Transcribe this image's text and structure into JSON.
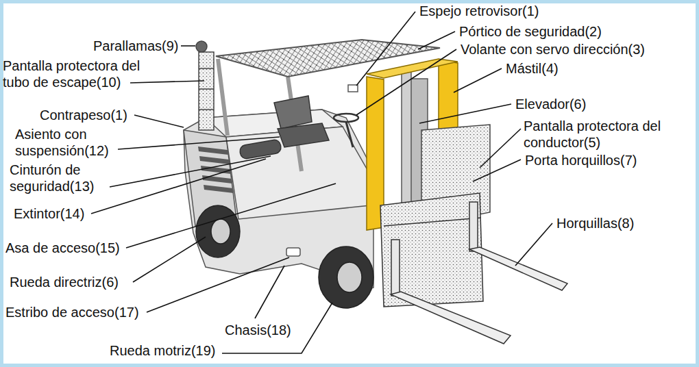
{
  "diagram": {
    "labels": [
      "Espejo retrovisor(1)",
      "Pórtico de seguridad(2)",
      "Volante con servo dirección(3)",
      "Mástil(4)",
      "Elevador(6)",
      "Pantalla protectora del conductor(5)",
      "Porta horquillos(7)",
      "Horquillas(8)",
      "Parallamas(9)",
      "Pantalla protectora del tubo de escape(10)",
      "Contrapeso(1)",
      "Asiento con suspensión(12)",
      "Cinturón de seguridad(13)",
      "Extintor(14)",
      "Asa de acceso(15)",
      "Rueda directriz(6)",
      "Estribo de acceso(17)",
      "Chasis(18)",
      "Rueda motriz(19)"
    ]
  }
}
